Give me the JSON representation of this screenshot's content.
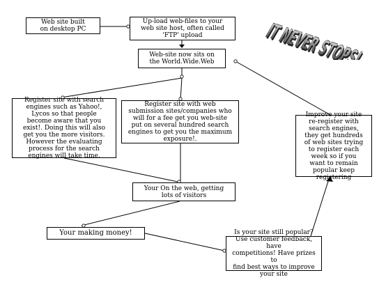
{
  "logo": {
    "text": "IT NEVER STOPS!"
  },
  "nodes": {
    "built": "Web site built\non desktop PC",
    "upload": "Up-load web-files to your\nweb site host, often called\n'FTP' upload",
    "sits": "Web-site now sits on\nthe World.Wide.Web",
    "engines": "Register site with search\nengines such as Yahoo!,\nLycos so that people\nbecome aware that you\nexist!. Doing this will also\nget you the more visitors.\nHowever the evaluating\nprocess for the search\nengines will take time.",
    "submission": "Register site with web\nsubmission sites/companies who\nwill for a fee get you web-site\nput on several hundred search\nengines to get you the maximum\nexposure!.",
    "improve": "Improve your site\nre-register with\nsearch engines,\nthey get hundreds\nof web sites trying\nto register each\nweek so if you\nwant to remain\npopular keep\nregistering",
    "visitors": "Your On the web, getting\nlots of visitors",
    "money": "Your making money!",
    "popular": "Is your site still popular?\nUse customer feedback, have\ncompetitions! Have prizes to\nfind best ways to improve\nyour site"
  }
}
